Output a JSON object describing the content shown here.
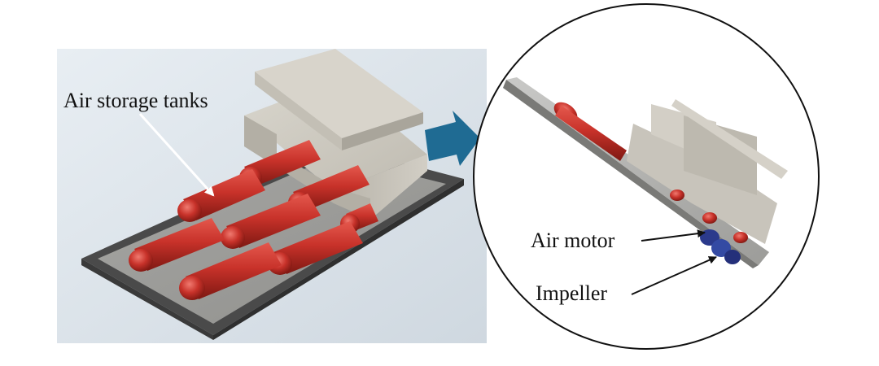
{
  "labels": {
    "tanks": "Air storage tanks",
    "motor": "Air motor",
    "impeller": "Impeller"
  },
  "colors": {
    "background_panel": "#dfe6ec",
    "tank_red": "#c8322a",
    "concrete": "#c9c6bd",
    "hull": "#6e6e6e",
    "arrow_blue": "#1f6b93",
    "motor_blue": "#2b3a8c"
  }
}
